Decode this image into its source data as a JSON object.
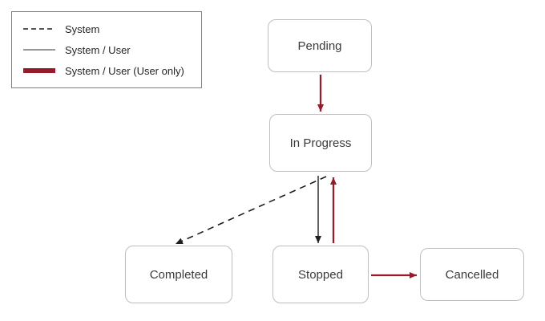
{
  "colors": {
    "arrow_red": "#981B2B",
    "arrow_black": "#1f1f1f",
    "legend_solid": "#595959",
    "node_border": "#bfbfbf"
  },
  "legend": {
    "items": [
      {
        "label": "System",
        "style": "dashed"
      },
      {
        "label": "System / User",
        "style": "solid-thin"
      },
      {
        "label": "System / User (User only)",
        "style": "solid-thick"
      }
    ]
  },
  "nodes": {
    "pending": "Pending",
    "in_progress": "In Progress",
    "completed": "Completed",
    "stopped": "Stopped",
    "cancelled": "Cancelled"
  },
  "edges": [
    {
      "from": "Pending",
      "to": "In Progress",
      "style": "solid-thick-red",
      "meaning": "System / User (User only)"
    },
    {
      "from": "In Progress",
      "to": "Completed",
      "style": "dashed-black",
      "meaning": "System"
    },
    {
      "from": "In Progress",
      "to": "Stopped",
      "style": "solid-thin-black",
      "meaning": "System / User"
    },
    {
      "from": "Stopped",
      "to": "In Progress",
      "style": "solid-thick-red",
      "meaning": "System / User (User only)"
    },
    {
      "from": "Stopped",
      "to": "Cancelled",
      "style": "solid-thick-red",
      "meaning": "System / User (User only)"
    }
  ]
}
